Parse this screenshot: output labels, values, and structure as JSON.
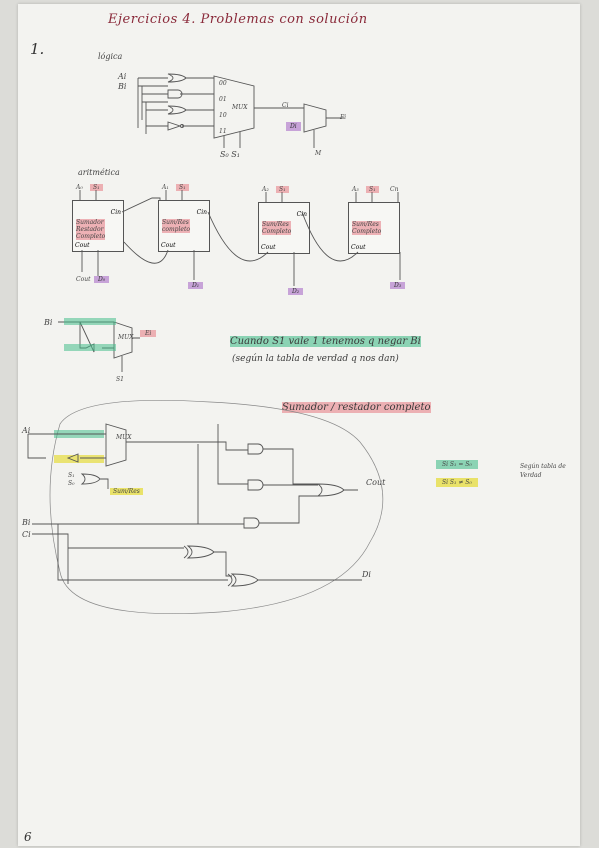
{
  "header": {
    "title": "Ejercicios 4. Problemas con solución",
    "exercise_number": "1.",
    "page_number": "6"
  },
  "logic_diagram": {
    "label": "lógica",
    "inputs": [
      "Ai",
      "Bi"
    ],
    "mux_label": "MUX",
    "mux_inputs": [
      "00",
      "01",
      "10",
      "11"
    ],
    "selects": "S₀ S₁",
    "ci_label": "Ci",
    "fi_label": "Fi",
    "di_label": "Di",
    "m_label": "M"
  },
  "arithmetic_diagram": {
    "label": "aritmética",
    "blocks": [
      {
        "a": "A₀",
        "s": "S₁",
        "cin": "Cin",
        "cout": "Cout",
        "text": "Sumador\nRestador\nCompleto",
        "d": "D₀"
      },
      {
        "a": "A₁",
        "s": "S₁",
        "cin": "Cin",
        "cout": "Cout",
        "text": "Sum/Res\ncompleto",
        "d": "D₁"
      },
      {
        "a": "A₂",
        "s": "S₁",
        "cin": "Cin",
        "cout": "Cout",
        "text": "Sum/Res\nCompleto",
        "d": "D₂"
      },
      {
        "a": "A₃",
        "s": "S₁",
        "cin": "Cn",
        "cout": "Cout",
        "text": "Sum/Res\nCompleto",
        "d": "D₃"
      }
    ],
    "first_cout": "Cout"
  },
  "mux_detail": {
    "input": "Bi",
    "mux": "MUX",
    "output": "Ei",
    "select": "S1",
    "note_line1": "Cuando S1 vale 1 tenemos q negar Bi",
    "note_line2": "(según la tabla de verdad q nos dan)"
  },
  "full_circuit": {
    "heading": "Sumador / restador completo",
    "inputs": [
      "Ai",
      "Bi",
      "Ci"
    ],
    "s_labels": [
      "S₁",
      "S₀"
    ],
    "mux_label": "MUX",
    "sum_res_label": "Sum/Res",
    "cout": "Cout",
    "di": "Di",
    "conditions": [
      "Si S₁ = S₀",
      "Si S₁ ≠ S₀"
    ],
    "side_note": "Según tabla de Verdad"
  },
  "colors": {
    "red": "#e67882",
    "purple": "#aa6ec8",
    "green": "#46be8c",
    "yellow": "#e6dc3c"
  }
}
